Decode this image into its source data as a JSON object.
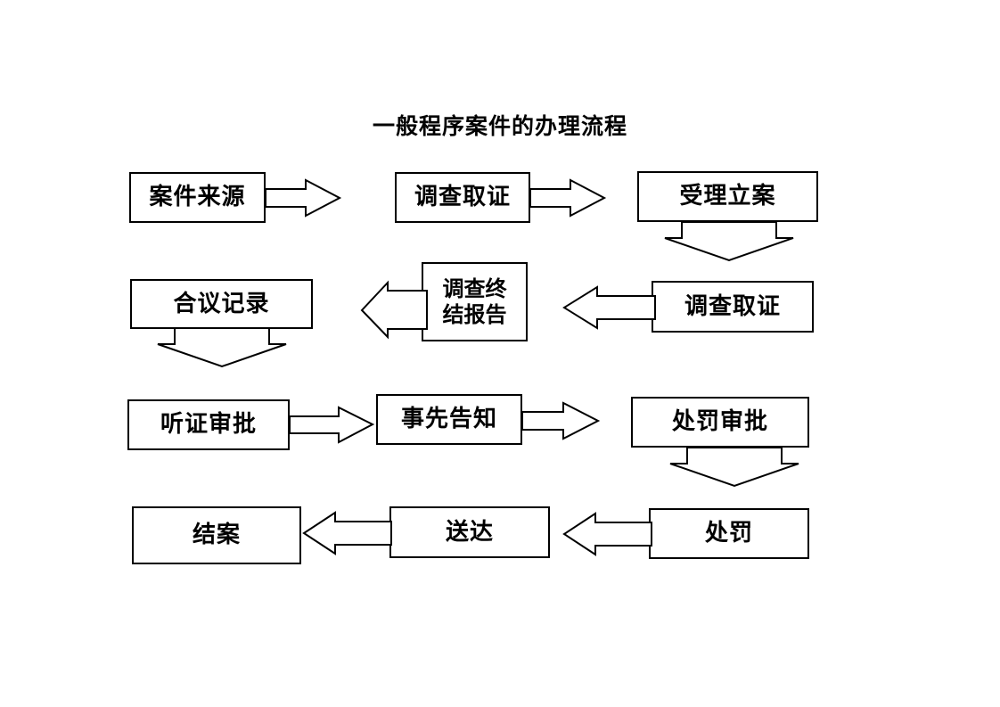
{
  "document": {
    "title": "一般程序案件的办理流程",
    "background_color": "#ffffff",
    "line_color": "#000000"
  },
  "diagram": {
    "type": "flowchart",
    "nodes": [
      {
        "id": "n1",
        "label": "案件来源",
        "row": 1,
        "col": 1
      },
      {
        "id": "n2",
        "label": "调查取证",
        "row": 1,
        "col": 2
      },
      {
        "id": "n3",
        "label": "受理立案",
        "row": 1,
        "col": 3
      },
      {
        "id": "n4",
        "label": "合议记录",
        "row": 2,
        "col": 1
      },
      {
        "id": "n5",
        "label": "调查终\n结报告",
        "row": 2,
        "col": 2
      },
      {
        "id": "n6",
        "label": "调查取证",
        "row": 2,
        "col": 3
      },
      {
        "id": "n7",
        "label": "听证审批",
        "row": 3,
        "col": 1
      },
      {
        "id": "n8",
        "label": "事先告知",
        "row": 3,
        "col": 2
      },
      {
        "id": "n9",
        "label": "处罚审批",
        "row": 3,
        "col": 3
      },
      {
        "id": "n10",
        "label": "结案",
        "row": 4,
        "col": 1
      },
      {
        "id": "n11",
        "label": "送达",
        "row": 4,
        "col": 2
      },
      {
        "id": "n12",
        "label": "处罚",
        "row": 4,
        "col": 3
      }
    ],
    "edges": [
      {
        "from": "n1",
        "to": "n2",
        "direction": "right"
      },
      {
        "from": "n2",
        "to": "n3",
        "direction": "right"
      },
      {
        "from": "n3",
        "to": "n6",
        "direction": "down"
      },
      {
        "from": "n6",
        "to": "n5",
        "direction": "left"
      },
      {
        "from": "n5",
        "to": "n4",
        "direction": "left"
      },
      {
        "from": "n4",
        "to": "n7",
        "direction": "down"
      },
      {
        "from": "n7",
        "to": "n8",
        "direction": "right"
      },
      {
        "from": "n8",
        "to": "n9",
        "direction": "right"
      },
      {
        "from": "n9",
        "to": "n12",
        "direction": "down"
      },
      {
        "from": "n12",
        "to": "n11",
        "direction": "left"
      },
      {
        "from": "n11",
        "to": "n10",
        "direction": "left"
      }
    ]
  }
}
